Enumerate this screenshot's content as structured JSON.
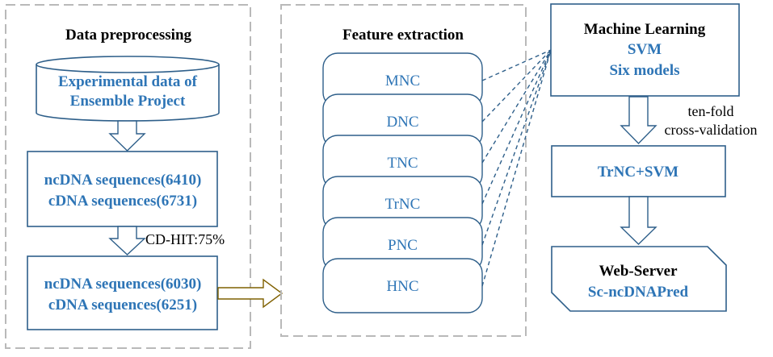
{
  "colors": {
    "blue_text": "#2e75b6",
    "box_border": "#2e5f8a",
    "dash_border": "#b9b9b9",
    "dashed_link": "#2e5f8a",
    "arrow_gold": "#7f6000",
    "black_text": "#000000"
  },
  "preprocessing": {
    "title": "Data preprocessing",
    "database": {
      "line1": "Experimental data of",
      "line2": "Ensemble Project",
      "icon": "database-cylinder-icon"
    },
    "raw_sequences": {
      "line1": "ncDNA sequences(6410)",
      "line2": "cDNA sequences(6731)"
    },
    "filter_label": "CD-HIT:75%",
    "filtered_sequences": {
      "line1": "ncDNA sequences(6030)",
      "line2": "cDNA sequences(6251)"
    }
  },
  "feature_extraction": {
    "title": "Feature extraction",
    "features": [
      "MNC",
      "DNC",
      "TNC",
      "TrNC",
      "PNC",
      "HNC"
    ]
  },
  "machine_learning": {
    "title": "Machine Learning",
    "line2": "SVM",
    "line3": "Six models"
  },
  "validation": {
    "line1": "ten-fold",
    "line2": "cross-validation"
  },
  "best_model": "TrNC+SVM",
  "web_server": {
    "title": "Web-Server",
    "name": "Sc-ncDNAPred"
  }
}
